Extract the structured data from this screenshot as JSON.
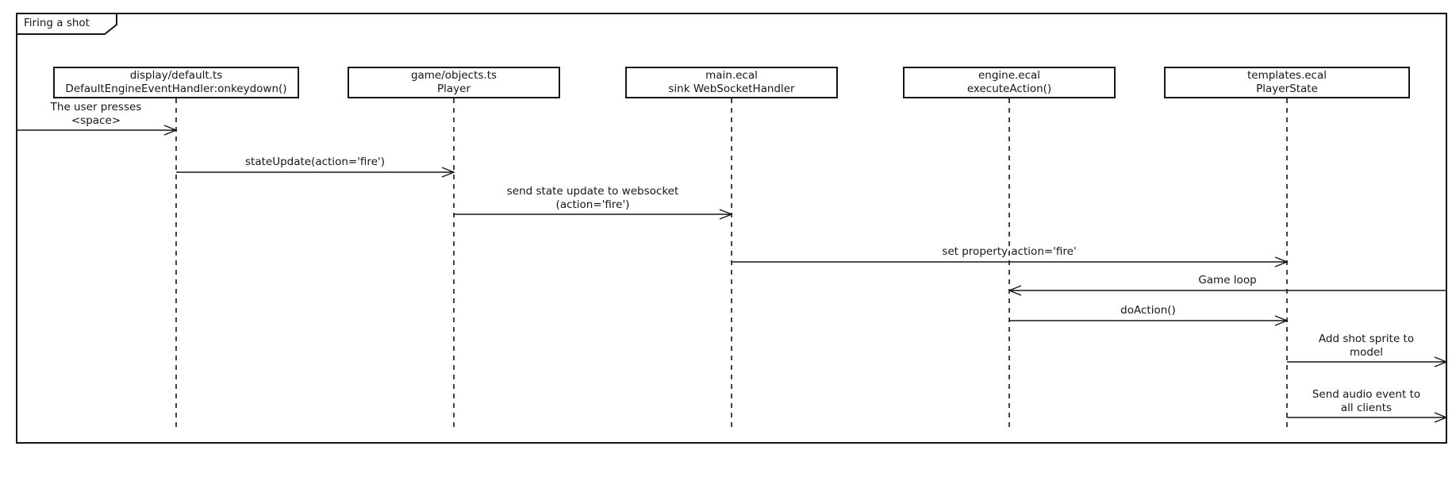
{
  "diagram_type": "uml-sequence-diagram",
  "frame": {
    "title": "Firing a shot"
  },
  "colors": {
    "line": "#161616",
    "background": "#ffffff"
  },
  "participants": [
    {
      "id": "display-default-ts",
      "line1": "display/default.ts",
      "line2": "DefaultEngineEventHandler:onkeydown()"
    },
    {
      "id": "game-objects-ts",
      "line1": "game/objects.ts",
      "line2": "Player"
    },
    {
      "id": "main-ecal",
      "line1": "main.ecal",
      "line2": "sink WebSocketHandler"
    },
    {
      "id": "engine-ecal",
      "line1": "engine.ecal",
      "line2": "executeAction()"
    },
    {
      "id": "templates-ecal",
      "line1": "templates.ecal",
      "line2": "PlayerState"
    }
  ],
  "messages": [
    {
      "label": "The user presses\n<space>",
      "from": "frame-left",
      "to": "display-default-ts",
      "direction": "right"
    },
    {
      "label": "stateUpdate(action='fire')",
      "from": "display-default-ts",
      "to": "game-objects-ts",
      "direction": "right"
    },
    {
      "label": "send state update to websocket\n(action='fire')",
      "from": "game-objects-ts",
      "to": "main-ecal",
      "direction": "right"
    },
    {
      "label": "set property action='fire'",
      "from": "main-ecal",
      "to": "templates-ecal",
      "direction": "right"
    },
    {
      "label": "Game loop",
      "from": "frame-right",
      "to": "engine-ecal",
      "direction": "left"
    },
    {
      "label": "doAction()",
      "from": "engine-ecal",
      "to": "templates-ecal",
      "direction": "right"
    },
    {
      "label": "Add shot sprite to\nmodel",
      "from": "templates-ecal",
      "to": "frame-right",
      "direction": "right"
    },
    {
      "label": "Send audio event to\nall clients",
      "from": "templates-ecal",
      "to": "frame-right",
      "direction": "right"
    }
  ]
}
